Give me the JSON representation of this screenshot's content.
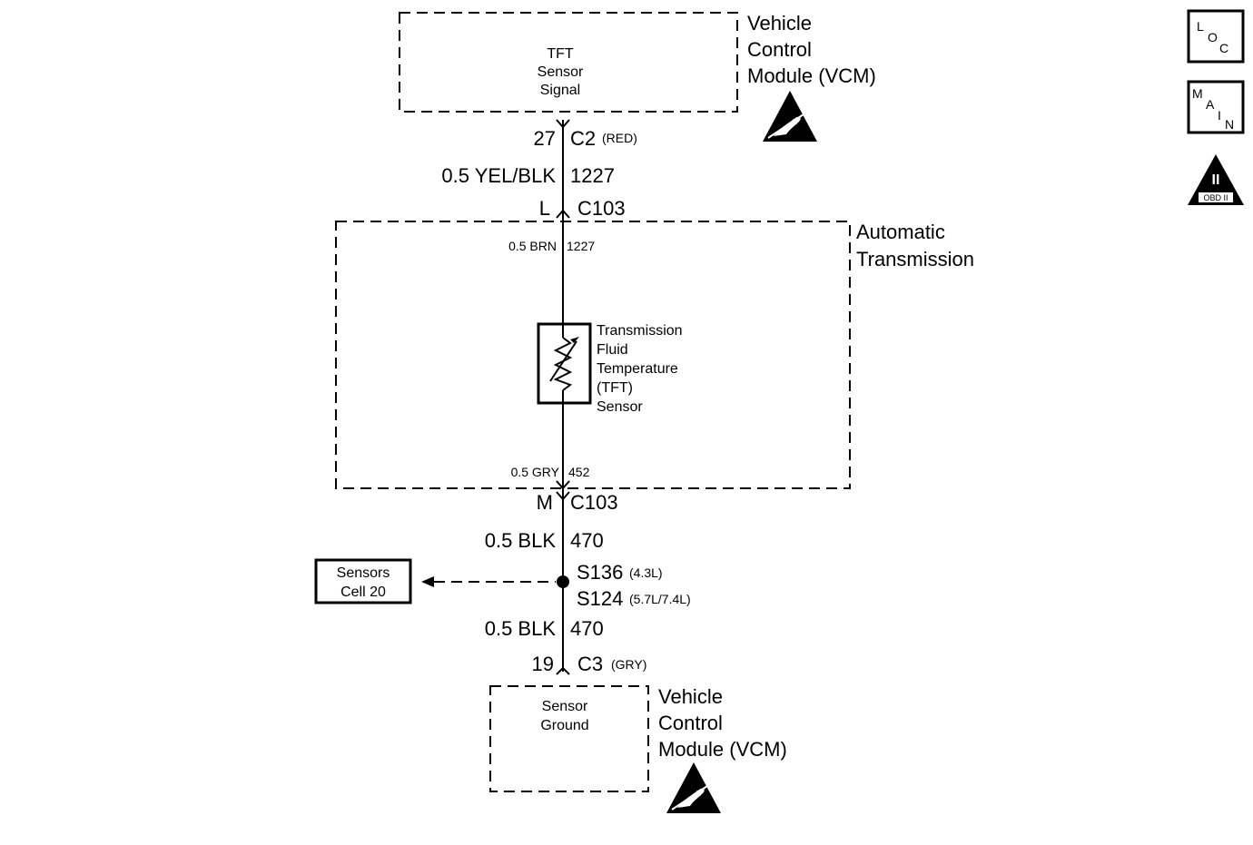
{
  "vcm_top": {
    "label_lines": [
      "Vehicle",
      "Control",
      "Module (VCM)"
    ],
    "function_lines": [
      "TFT",
      "Sensor",
      "Signal"
    ]
  },
  "pin_c2": {
    "pin": "27",
    "connector": "C2",
    "color": "(RED)"
  },
  "wire_top": {
    "gauge_color": "0.5 YEL/BLK",
    "circuit": "1227"
  },
  "c103_top": {
    "pin": "L",
    "connector": "C103"
  },
  "transmission": {
    "label_lines": [
      "Automatic",
      "Transmission"
    ]
  },
  "wire_brn": {
    "gauge_color": "0.5 BRN",
    "circuit": "1227"
  },
  "sensor": {
    "label_lines": [
      "Transmission",
      "Fluid",
      "Temperature",
      "(TFT)",
      "Sensor"
    ]
  },
  "wire_gry": {
    "gauge_color": "0.5 GRY",
    "circuit": "452"
  },
  "c103_bottom": {
    "pin": "M",
    "connector": "C103"
  },
  "wire_blk_upper": {
    "gauge_color": "0.5 BLK",
    "circuit": "470"
  },
  "splice": {
    "s136": {
      "id": "S136",
      "note": "(4.3L)"
    },
    "s124": {
      "id": "S124",
      "note": "(5.7L/7.4L)"
    }
  },
  "ref_box": {
    "lines": [
      "Sensors",
      "Cell 20"
    ]
  },
  "wire_blk_lower": {
    "gauge_color": "0.5 BLK",
    "circuit": "470"
  },
  "pin_c3": {
    "pin": "19",
    "connector": "C3",
    "color": "(GRY)"
  },
  "vcm_bottom": {
    "label_lines": [
      "Vehicle",
      "Control",
      "Module (VCM)"
    ],
    "function_lines": [
      "Sensor",
      "Ground"
    ]
  },
  "side_icons": {
    "loc": [
      "L",
      "O",
      "C"
    ],
    "main": [
      "M",
      "A",
      "I",
      "N"
    ],
    "obd": {
      "numeral": "II",
      "label": "OBD II"
    }
  },
  "icons": [
    "esd-warning-icon",
    "loc-icon",
    "main-icon",
    "obd-ii-icon",
    "thermistor-icon",
    "splice-dot-icon",
    "arrow-icon"
  ]
}
